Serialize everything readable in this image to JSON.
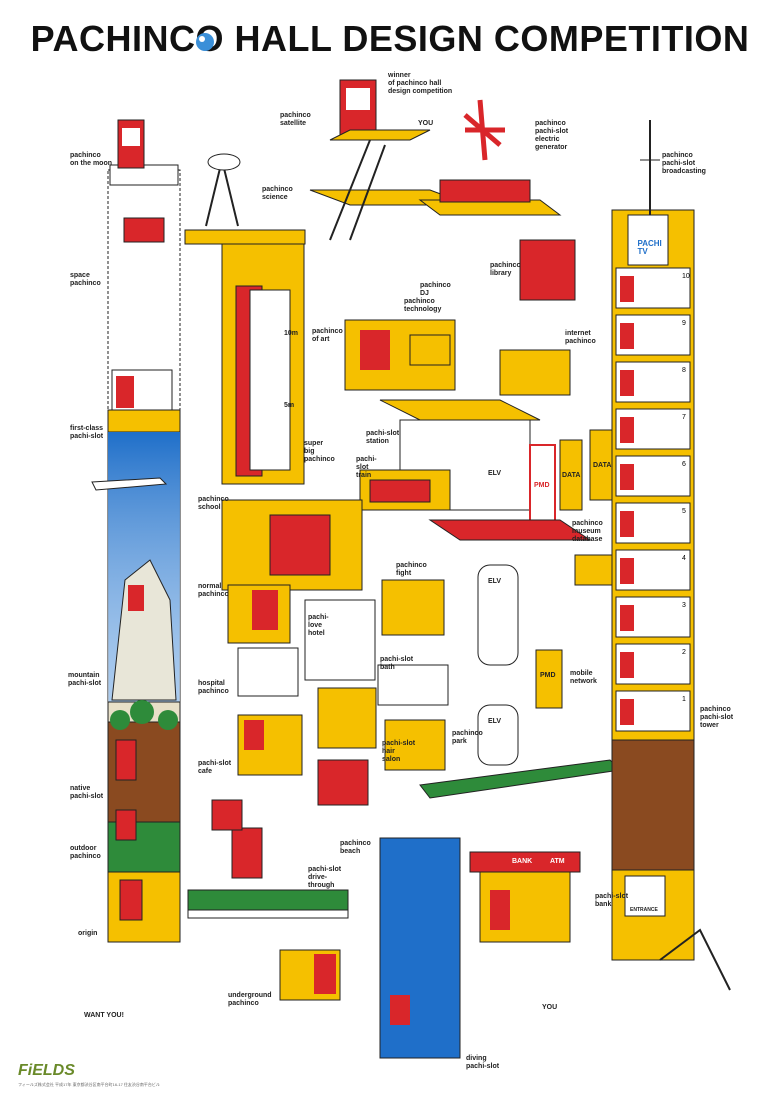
{
  "title": "PACHINCO HALL DESIGN COMPETITION",
  "logo": "FiELDS",
  "fine_print": "フィールズ株式会社  平成17年 東京都渋谷区南平台町16-17 住友渋谷南平台ビル",
  "labels": {
    "on_the_moon": "pachinco\non the moon",
    "satellite": "pachinco\nsatellite",
    "winner": "winner\nof pachinco hall\ndesign competition",
    "you_top": "YOU",
    "generator": "pachinco\npachi-slot\nelectric\ngenerator",
    "broadcasting": "pachinco\npachi-slot\nbroadcasting",
    "science": "pachinco\nscience",
    "space": "space\npachinco",
    "library": "pachinco\nlibrary",
    "dj": "pachinco\nDJ",
    "technology": "pachinco\ntechnology",
    "art": "pachinco\nof art",
    "internet": "internet\npachinco",
    "first_class": "first-class\npachi-slot",
    "super_big": "super\nbig\npachinco",
    "station": "pachi-slot\nstation",
    "train": "pachi-\nslot\ntrain",
    "school": "pachinco\nschool",
    "museum": "pachinco\nmuseum\ndatabase",
    "normal": "normal\npachinco",
    "fight": "pachinco\nfight",
    "love_hotel": "pachi-\nlove\nhotel",
    "bath": "pachi-slot\nbath",
    "hospital": "hospital\npachinco",
    "mobile": "mobile\nnetwork",
    "mountain": "mountain\npachi-slot",
    "hair_salon": "pachi-slot\nhair\nsalon",
    "park": "pachinco\npark",
    "tower": "pachinco\npachi-slot\ntower",
    "native": "native\npachi-slot",
    "cafe": "pachi-slot\ncafe",
    "beach": "pachinco\nbeach",
    "outdoor": "outdoor\npachinco",
    "drive_through": "pachi-slot\ndrive-\nthrough",
    "bank": "pachi-slot\nbank",
    "origin": "origin",
    "underground": "underground\npachinco",
    "want_you": "WANT YOU!",
    "you_bottom": "YOU",
    "diving": "diving\npachi-slot"
  },
  "signs": {
    "pachi_tv": "PACHI",
    "tv": "TV",
    "elv": "ELV",
    "pmd": "PMD",
    "data": "DATA",
    "bank": "BANK",
    "atm": "ATM",
    "entrance": "ENTRANCE",
    "ten_m": "10m",
    "five_m": "5m"
  },
  "floor_numbers": [
    "10",
    "9",
    "8",
    "7",
    "6",
    "5",
    "4",
    "3",
    "2",
    "1"
  ],
  "colors": {
    "red": "#d9262a",
    "yellow": "#f5c000",
    "blue": "#1f6fc9",
    "green": "#2e8b3a",
    "brown": "#8a4a20"
  }
}
